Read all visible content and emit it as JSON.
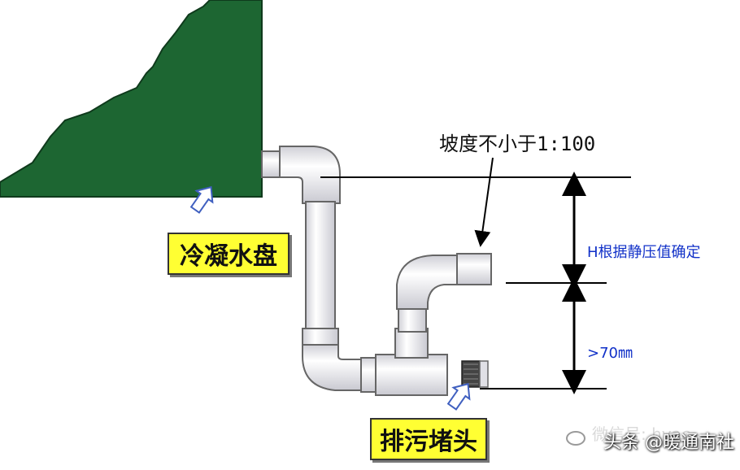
{
  "labels": {
    "condensate_pan": "冷凝水盘",
    "drain_plug": "排污堵头",
    "slope": "坡度不小于1:100",
    "h_label": "H根据静压值确定",
    "gt70": ">70㎜",
    "watermark": "头条 @暖通南社",
    "watermark_faint": "微信号: hvac"
  },
  "icons": [
    "arrow-icon"
  ],
  "colors": {
    "pan_green": "#1d6632",
    "label_fill": "#ffff33",
    "pipe_fill": "#e8e8ec",
    "pipe_stroke": "#666666",
    "dimension_blue": "#1030c8"
  }
}
